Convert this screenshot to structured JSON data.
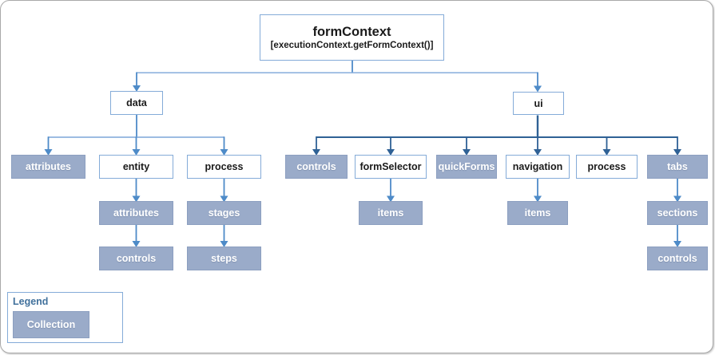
{
  "root": {
    "title": "formContext",
    "subtitle": "[executionContext.getFormContext()]"
  },
  "nodes": {
    "data": "data",
    "ui": "ui",
    "data_attributes": "attributes",
    "entity": "entity",
    "data_process": "process",
    "entity_attributes": "attributes",
    "entity_controls": "controls",
    "process_stages": "stages",
    "process_steps": "steps",
    "ui_controls": "controls",
    "form_selector": "formSelector",
    "quick_forms": "quickForms",
    "navigation": "navigation",
    "ui_process": "process",
    "tabs": "tabs",
    "form_selector_items": "items",
    "navigation_items": "items",
    "tabs_sections": "sections",
    "sections_controls": "controls"
  },
  "legend": {
    "title": "Legend",
    "collection_label": "Collection"
  },
  "colors": {
    "collection_fill": "#9aabc9",
    "plain_node_border": "#84abd8",
    "connector_light": "#8fb3de",
    "connector_mid": "#4e8bc8",
    "connector_dark": "#2f6195",
    "legend_title_color": "#41719c"
  }
}
